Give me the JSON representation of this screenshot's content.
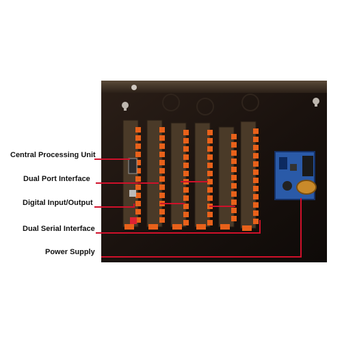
{
  "diagram": {
    "callouts": [
      {
        "id": "cpu",
        "label": "Central Processing Unit"
      },
      {
        "id": "dual-port",
        "label": "Dual Port Interface"
      },
      {
        "id": "digital-io",
        "label": "Digital Input/Output"
      },
      {
        "id": "dual-serial",
        "label": "Dual Serial Interface"
      },
      {
        "id": "power-supply",
        "label": "Power Supply"
      }
    ],
    "colors": {
      "background": "#ffffff",
      "enclosure": "#1d1511",
      "enclosure_lid": "#3a2c20",
      "board": "#4a3a28",
      "terminal": "#e8611a",
      "leader_line": "#d0102a",
      "power_board": "#2a5aa8"
    }
  }
}
